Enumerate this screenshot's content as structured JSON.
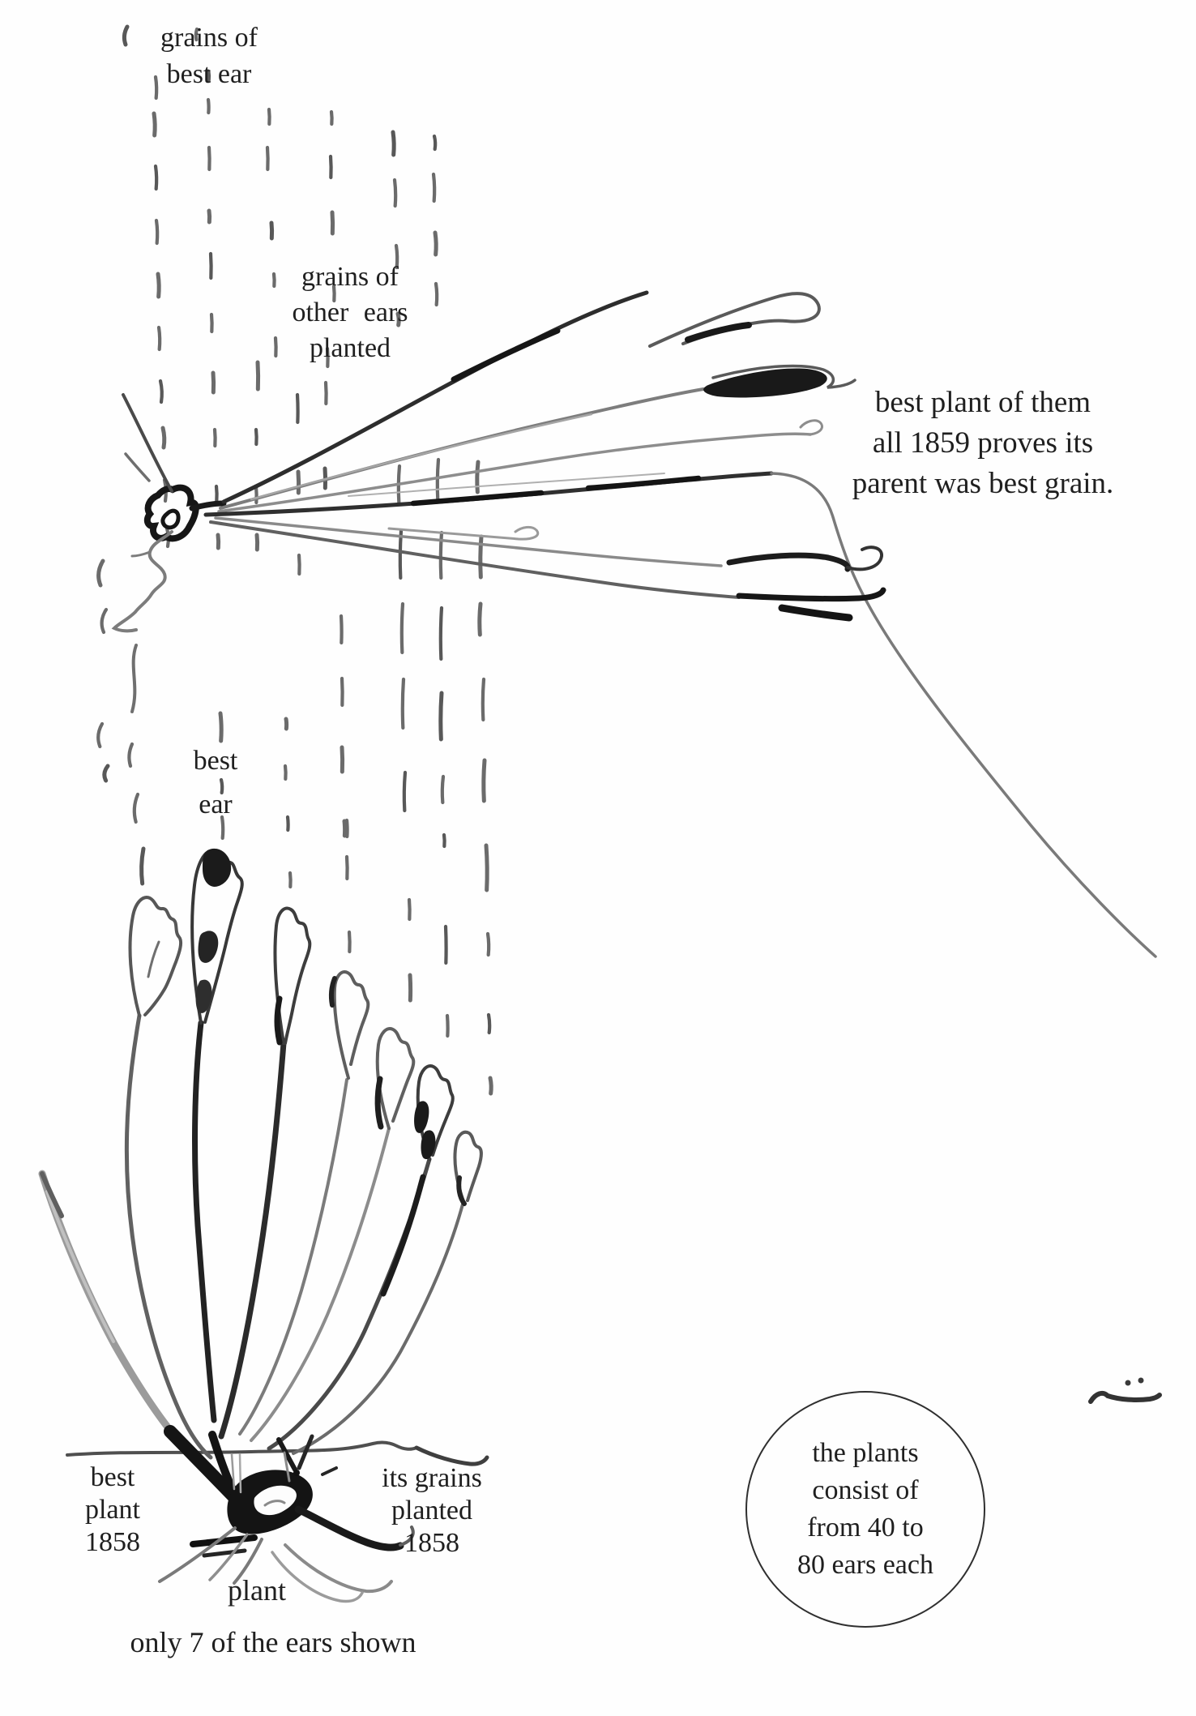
{
  "page": {
    "background": "#fefefe",
    "ink_color": "#1f1f1f"
  },
  "labels": {
    "grains_best_ear": {
      "line1": "grains of",
      "line2": "best ear"
    },
    "grains_other_ears": {
      "line1": "grains of",
      "line2": "other ears",
      "line3": "planted"
    },
    "note_1859": {
      "line1": "best plant of them",
      "line2": "all 1859 proves its",
      "line3": "parent was best grain."
    },
    "best_ear": {
      "line1": "best",
      "line2": "ear"
    },
    "best_plant_1858": {
      "line1": "best",
      "line2": "plant",
      "line3": "1858"
    },
    "its_grains_planted": {
      "line1": "its grains",
      "line2": "planted",
      "line3": "1858"
    },
    "plant": {
      "text": "plant"
    },
    "ears_note": {
      "text": "only 7 of the ears shown"
    }
  },
  "circle_note": {
    "line1": "the plants",
    "line2": "consist of",
    "line3": "from 40 to",
    "line4": "80 ears each"
  }
}
